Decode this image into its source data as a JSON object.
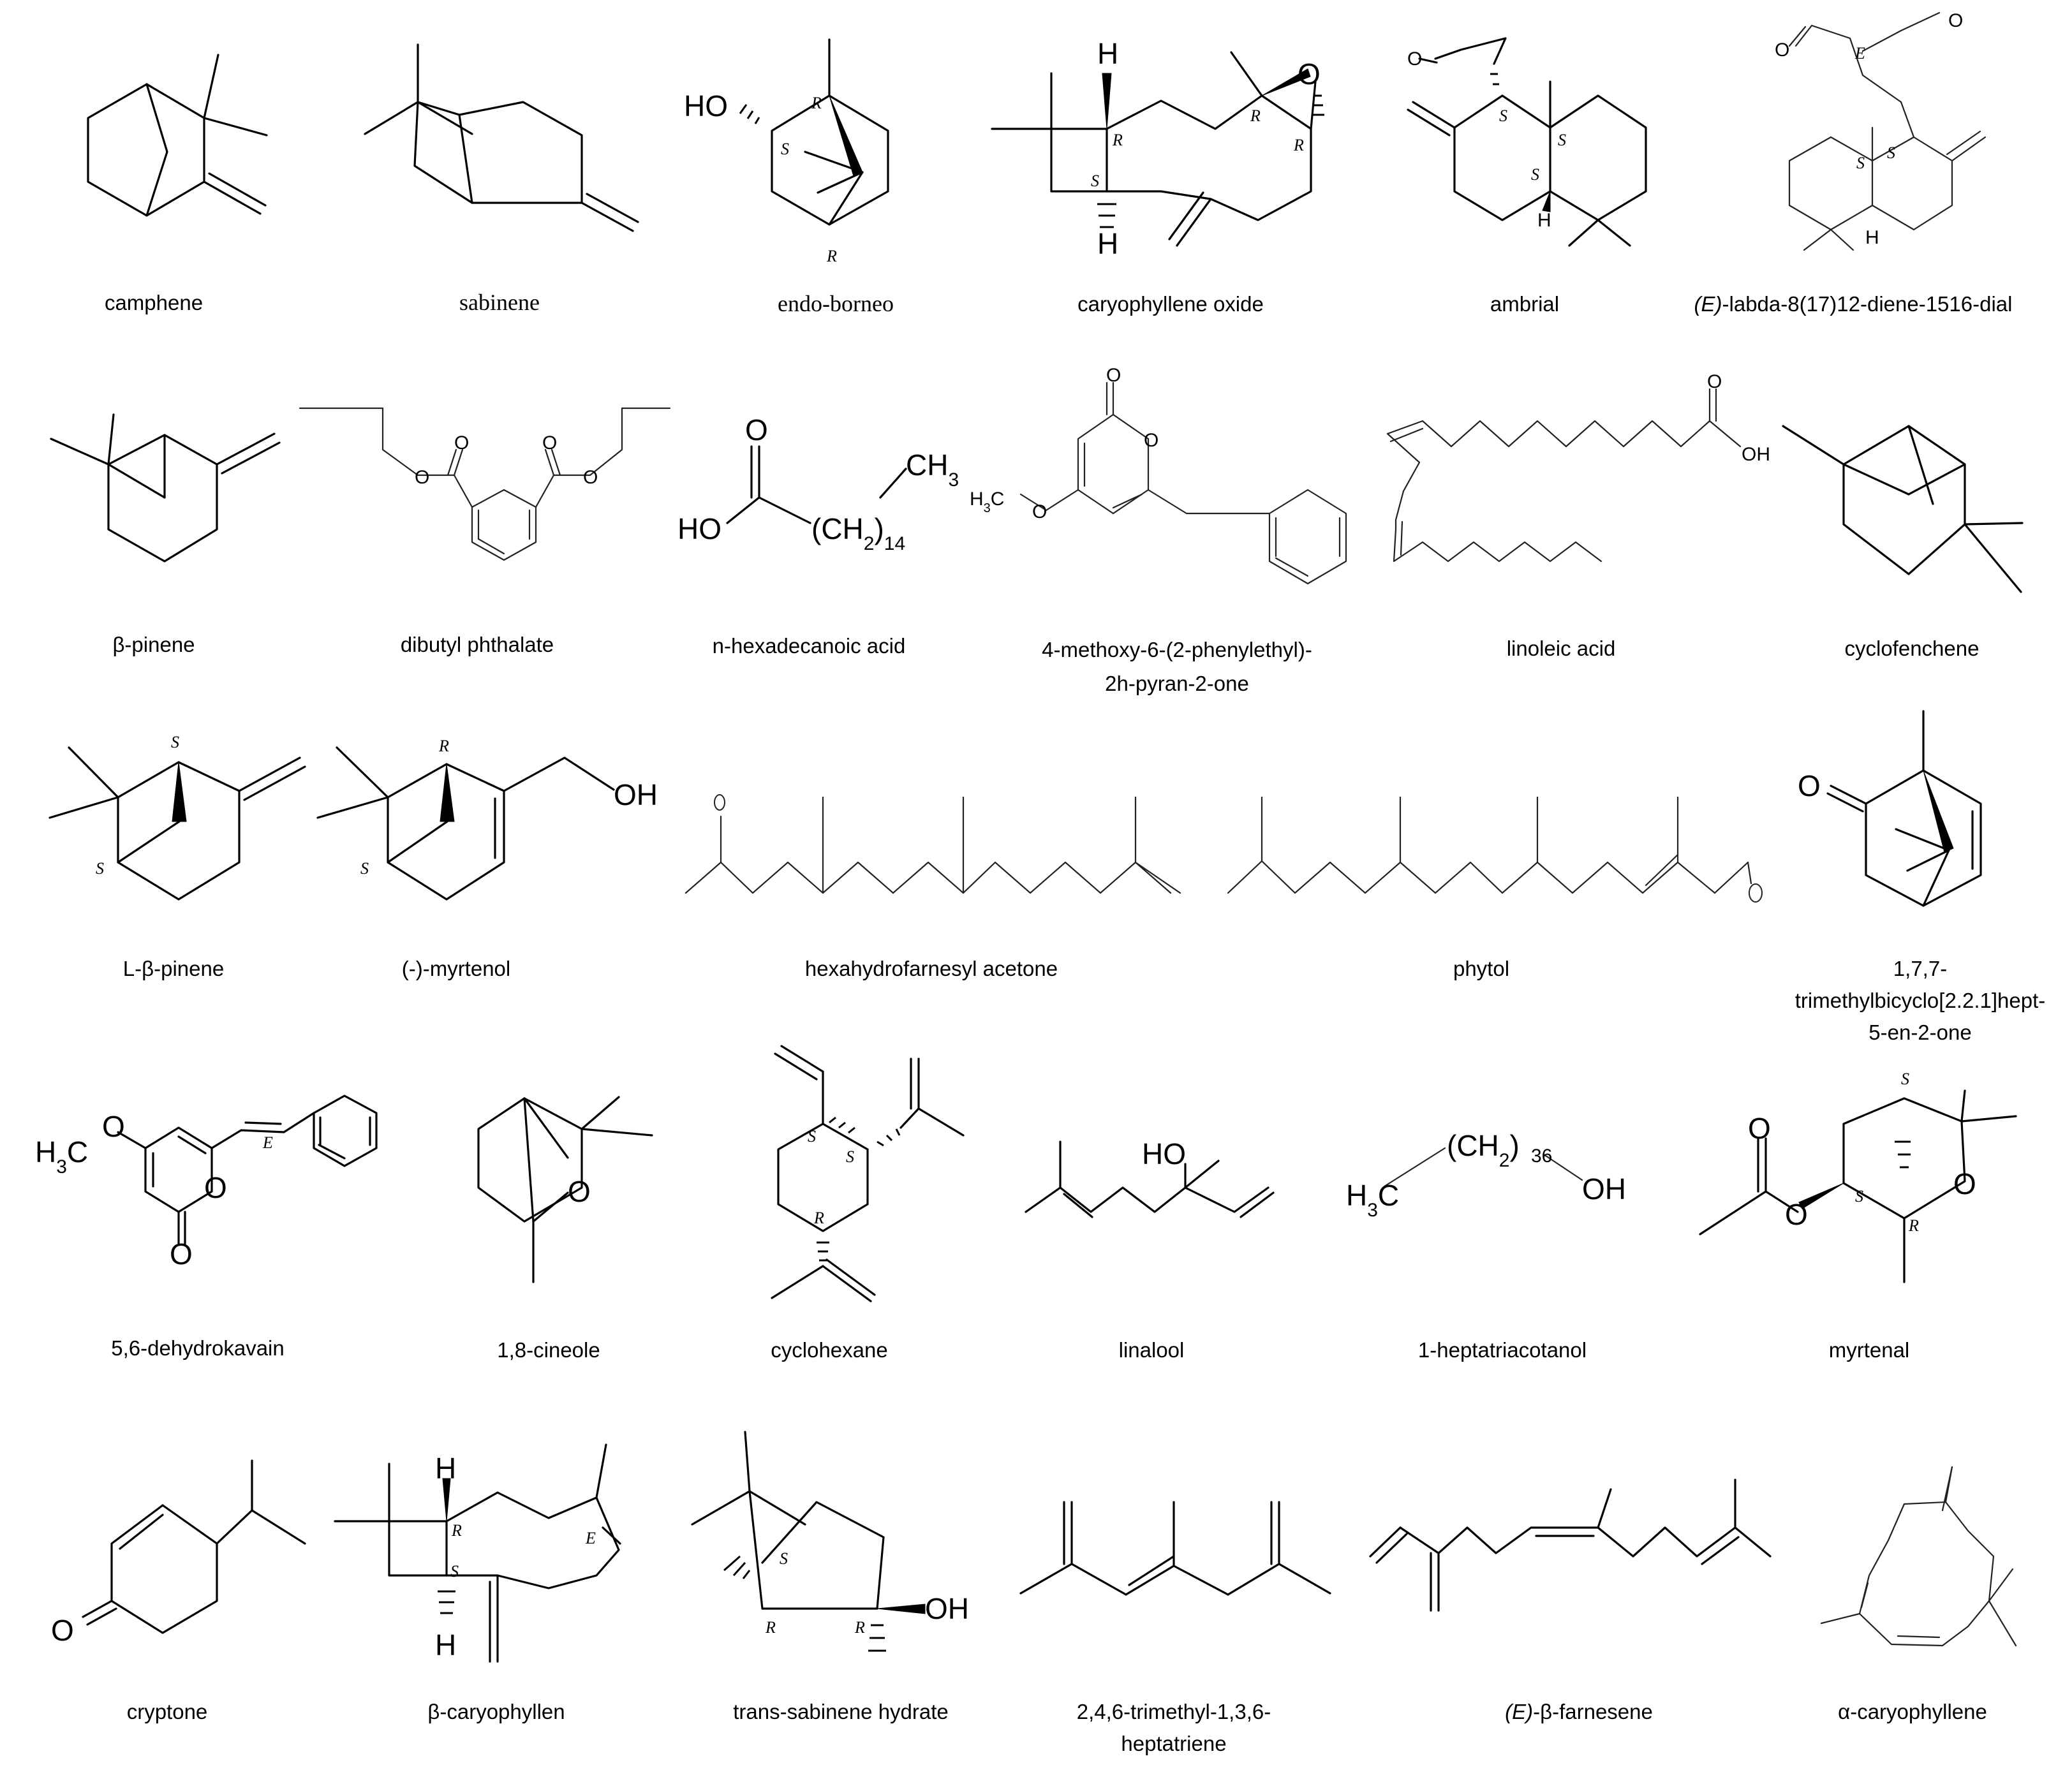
{
  "compounds": [
    {
      "id": "camphene",
      "label": "camphene"
    },
    {
      "id": "sabinene",
      "label": "sabinene"
    },
    {
      "id": "endo-borneol",
      "label": "endo-borneo"
    },
    {
      "id": "caryophyllene-oxide",
      "label": "caryophyllene oxide"
    },
    {
      "id": "ambrial",
      "label": "ambrial"
    },
    {
      "id": "labda-dial",
      "label_prefix": "(E)",
      "label": "-labda-8(17)12-diene-1516-dial"
    },
    {
      "id": "beta-pinene",
      "label": "β-pinene"
    },
    {
      "id": "dibutyl-phthalate",
      "label": "dibutyl phthalate"
    },
    {
      "id": "hexadecanoic-acid",
      "label": "n-hexadecanoic acid"
    },
    {
      "id": "methoxy-pyranone",
      "label": "4-methoxy-6-(2-phenylethyl)-",
      "label2": "2h-pyran-2-one"
    },
    {
      "id": "linoleic-acid",
      "label": "linoleic acid"
    },
    {
      "id": "cyclofenchene",
      "label": "cyclofenchene"
    },
    {
      "id": "l-beta-pinene",
      "label": "L-β-pinene"
    },
    {
      "id": "myrtenol",
      "label": "(-)-myrtenol"
    },
    {
      "id": "hexahydrofarnesyl-acetone",
      "label": "hexahydrofarnesyl acetone"
    },
    {
      "id": "phytol",
      "label": "phytol"
    },
    {
      "id": "trimethylbicycloheptenone",
      "label": "1,7,7-",
      "label2": "trimethylbicyclo[2.2.1]hept-",
      "label3": "5-en-2-one"
    },
    {
      "id": "dehydrokavain",
      "label": "5,6-dehydrokavain"
    },
    {
      "id": "cineole",
      "label": "1,8-cineole"
    },
    {
      "id": "cyclohexane",
      "label": "cyclohexane"
    },
    {
      "id": "linalool",
      "label": "linalool"
    },
    {
      "id": "heptatriacotanol",
      "label": "1-heptatriacotanol"
    },
    {
      "id": "myrtenal",
      "label": "myrtenal"
    },
    {
      "id": "cryptone",
      "label": "cryptone"
    },
    {
      "id": "beta-caryophyllen",
      "label": "β-caryophyllen"
    },
    {
      "id": "trans-sabinene-hydrate",
      "label": "trans-sabinene hydrate"
    },
    {
      "id": "trimethyl-heptatriene",
      "label": "2,4,6-trimethyl-1,3,6-",
      "label2": "heptatriene"
    },
    {
      "id": "e-beta-farnesene",
      "label_prefix": "(E)",
      "label": "-β-farnesene"
    },
    {
      "id": "alpha-caryophyllene",
      "label": "α-caryophyllene"
    }
  ],
  "atoms": {
    "HO": "HO",
    "OH": "OH",
    "O": "O",
    "H": "H",
    "CH3": "CH",
    "CH3_sub": "3",
    "CH2": "(CH",
    "CH2_sub": "2",
    "CH2_close": ")",
    "sub14": "14",
    "sub36": "36",
    "H3C": "H",
    "H3C_sub": "3",
    "H3C_C": "C",
    "S": "S",
    "R": "R",
    "E": "E"
  }
}
